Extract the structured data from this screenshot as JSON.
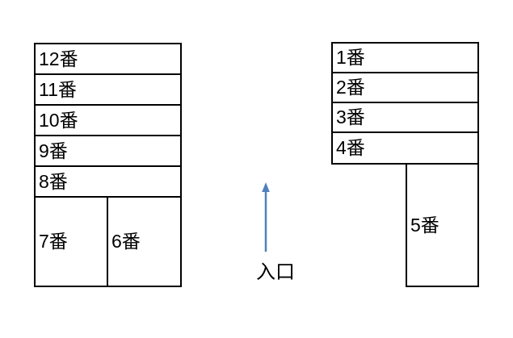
{
  "colors": {
    "arrow": "#4F81BD",
    "line": "#000000",
    "background": "#FFFFFF",
    "text": "#000000"
  },
  "left_block": {
    "rows": [
      {
        "label": "12番"
      },
      {
        "label": "11番"
      },
      {
        "label": "10番"
      },
      {
        "label": "9番"
      },
      {
        "label": "8番"
      }
    ],
    "bottom_left_cell": {
      "label": "7番"
    },
    "bottom_right_cell": {
      "label": "6番"
    }
  },
  "right_block": {
    "rows": [
      {
        "label": "1番"
      },
      {
        "label": "2番"
      },
      {
        "label": "3番"
      },
      {
        "label": "4番"
      }
    ],
    "hanging_cell": {
      "label": "5番"
    }
  },
  "entrance": {
    "label": "入口",
    "arrow_icon": "up-arrow"
  }
}
